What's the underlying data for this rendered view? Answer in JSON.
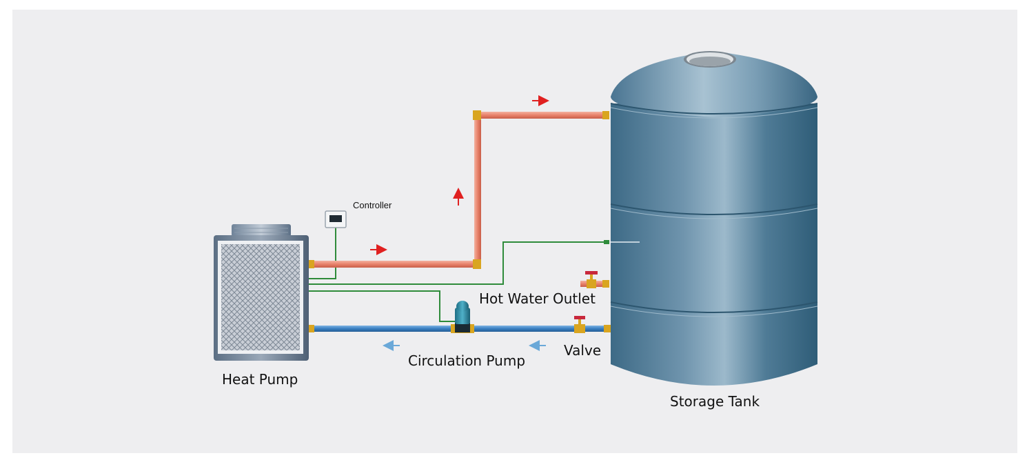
{
  "labels": {
    "heat_pump": "Heat Pump",
    "controller": "Controller",
    "hot_water_outlet": "Hot Water Outlet",
    "valve": "Valve",
    "circulation_pump": "Circulation Pump",
    "storage_tank": "Storage Tank"
  },
  "colors": {
    "background": "#eeeef0",
    "hot_pipe": "#e8826b",
    "cold_pipe": "#3a7fc2",
    "signal_wire": "#2e8b3a",
    "flow_arrow_hot": "#e02020",
    "flow_arrow_cold": "#6aa8d8",
    "fitting": "#d9a520",
    "tank": "#3f6f8c",
    "valve_handle": "#c8283c"
  },
  "icons": {
    "heat_pump": "heat-pump-unit-icon",
    "controller": "controller-panel-icon",
    "pump": "circulation-pump-icon",
    "tank": "storage-tank-icon",
    "valve": "valve-icon"
  }
}
